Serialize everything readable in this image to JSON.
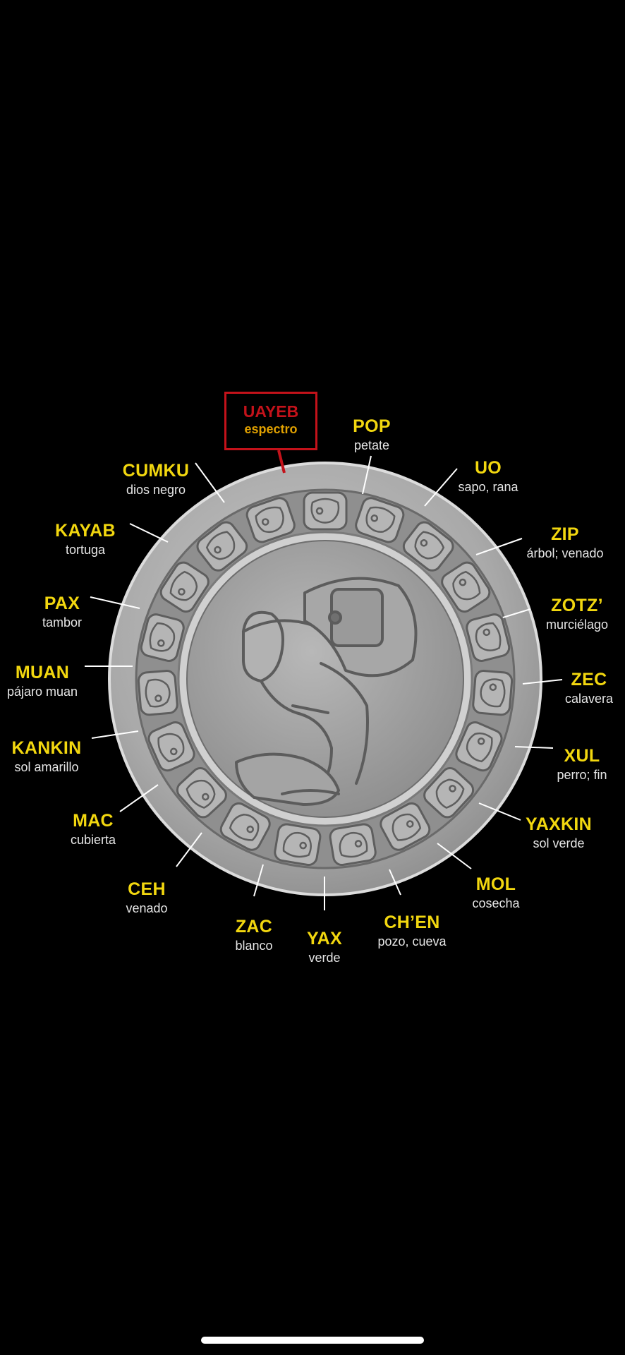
{
  "colors": {
    "background": "#000000",
    "month_name": "#f2d70f",
    "month_meaning": "#e6e6e6",
    "highlight": "#c4121a",
    "highlight_meaning": "#e0a000",
    "stone_light": "#bdbdbd",
    "stone_dark": "#6a6a6a"
  },
  "highlight": {
    "name": "UAYEB",
    "meaning": "espectro"
  },
  "months": [
    {
      "name": "POP",
      "meaning": "petate"
    },
    {
      "name": "UO",
      "meaning": "sapo, rana"
    },
    {
      "name": "ZIP",
      "meaning": "árbol; venado"
    },
    {
      "name": "ZOTZ’",
      "meaning": "murciélago"
    },
    {
      "name": "ZEC",
      "meaning": "calavera"
    },
    {
      "name": "XUL",
      "meaning": "perro; fin"
    },
    {
      "name": "YAXKIN",
      "meaning": "sol verde"
    },
    {
      "name": "MOL",
      "meaning": "cosecha"
    },
    {
      "name": "CH’EN",
      "meaning": "pozo, cueva"
    },
    {
      "name": "YAX",
      "meaning": "verde"
    },
    {
      "name": "ZAC",
      "meaning": "blanco"
    },
    {
      "name": "CEH",
      "meaning": "venado"
    },
    {
      "name": "MAC",
      "meaning": "cubierta"
    },
    {
      "name": "KANKIN",
      "meaning": "sol amarillo"
    },
    {
      "name": "MUAN",
      "meaning": "pájaro muan"
    },
    {
      "name": "PAX",
      "meaning": "tambor"
    },
    {
      "name": "KAYAB",
      "meaning": "tortuga"
    },
    {
      "name": "CUMKU",
      "meaning": "dios negro"
    }
  ]
}
